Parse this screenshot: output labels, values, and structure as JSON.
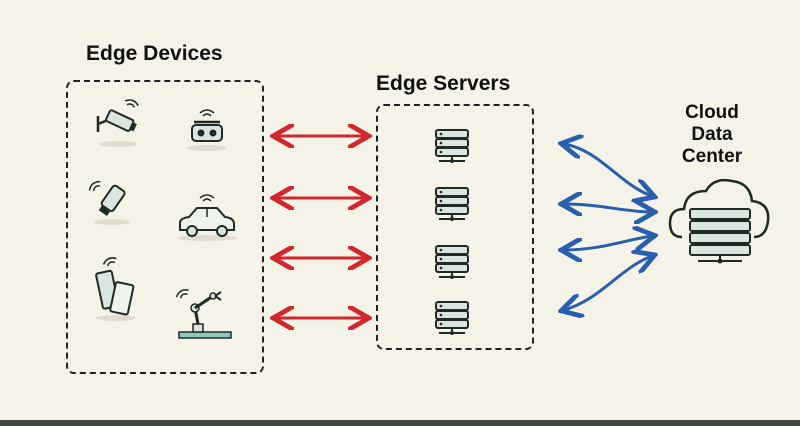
{
  "labels": {
    "edge_devices": "Edge Devices",
    "edge_servers": "Edge Servers",
    "cloud_line1": "Cloud",
    "cloud_line2": "Data",
    "cloud_line3": "Center"
  },
  "colors": {
    "background": "#f5f2e7",
    "red_arrow": "#d0282e",
    "blue_arrow": "#2a5fae",
    "server_fill": "#d9e6df",
    "server_stroke": "#1e2a22",
    "icon_accent": "#8fc9bd"
  },
  "icons": {
    "devices": [
      "security-camera-icon",
      "vr-headset-icon",
      "usb-stick-icon",
      "car-icon",
      "smartphone-icon",
      "robot-arm-icon"
    ],
    "servers": [
      "server-rack-icon",
      "server-rack-icon",
      "server-rack-icon",
      "server-rack-icon"
    ],
    "cloud": "cloud-server-icon"
  }
}
